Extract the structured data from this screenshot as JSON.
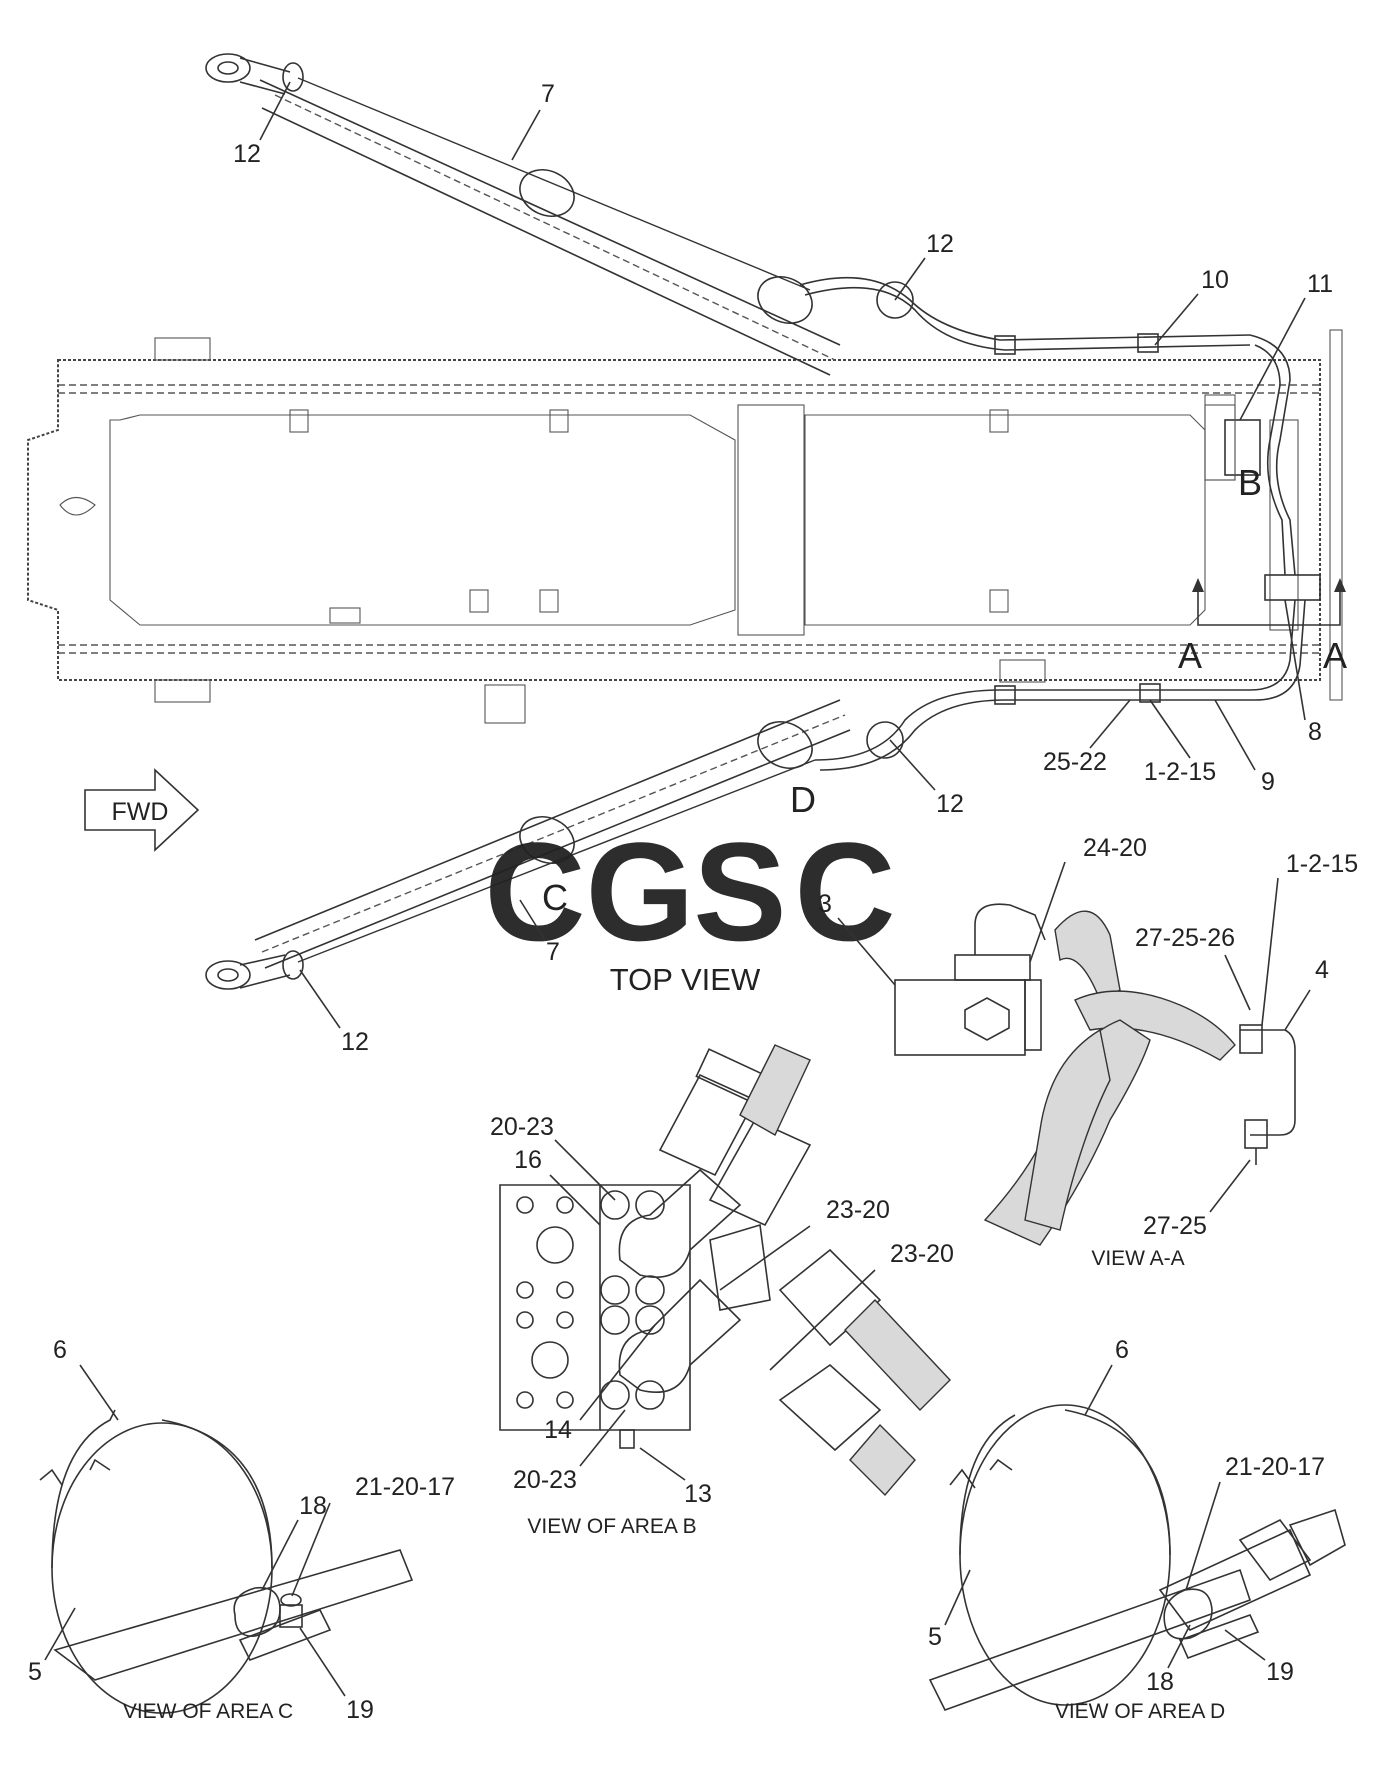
{
  "diagram": {
    "views": {
      "top": "TOP VIEW",
      "aa": "VIEW A-A",
      "b": "VIEW OF AREA B",
      "c": "VIEW OF AREA C",
      "d": "VIEW OF AREA D"
    },
    "fwd": "FWD",
    "watermark": [
      "C",
      "G",
      "S",
      "C"
    ],
    "watermark_colors": [
      "#5b8def",
      "#ef8a84",
      "#f5d36a",
      "#57b58a"
    ],
    "section_letters": {
      "a": "A",
      "b": "B",
      "c": "C",
      "d": "D"
    },
    "callouts": {
      "n1": "7",
      "n2": "12",
      "n3": "12",
      "n4": "10",
      "n5": "11",
      "n6": "8",
      "n7": "9",
      "n8": "1-2-15",
      "n9": "25-22",
      "n10": "12",
      "n11": "12",
      "n12": "7",
      "aa1": "24-20",
      "aa2": "1-2-15",
      "aa3": "27-25-26",
      "aa4": "4",
      "aa5": "3",
      "aa6": "27-25",
      "b1": "20-23",
      "b2": "16",
      "b3": "23-20",
      "b4": "23-20",
      "b5": "14",
      "b6": "20-23",
      "b7": "13",
      "c1": "6",
      "c2": "18",
      "c3": "21-20-17",
      "c4": "5",
      "c5": "19",
      "d1": "6",
      "d2": "21-20-17",
      "d3": "5",
      "d4": "18",
      "d5": "19"
    }
  }
}
